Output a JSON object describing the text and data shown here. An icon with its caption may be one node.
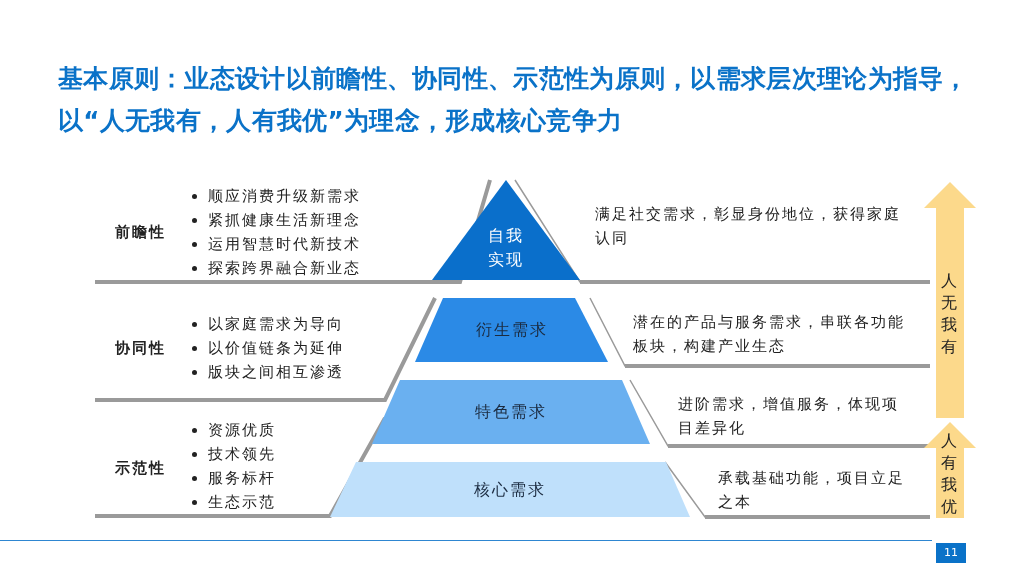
{
  "diagram": {
    "title": "基本原则：业态设计以前瞻性、协同性、示范性为原则，以需求层次理论为指导，以“人无我有，人有我优”为理念，形成核心竞争力",
    "nodes": [
      {
        "text": [
          "前瞻性",
          "顺应消费升级新需求",
          "紧抓健康生活新理念",
          "运用智慧时代新技术",
          "探索跨界融合新业态"
        ]
      },
      {
        "text": [
          "自我实现"
        ]
      },
      {
        "text": [
          "满足社交需求，彰显身份地位，获得家庭认同"
        ]
      },
      {
        "text": [
          "协同性",
          "以家庭需求为导向",
          "以价值链条为延伸",
          "版块之间相互渗透"
        ]
      },
      {
        "text": [
          "衍生需求"
        ]
      },
      {
        "text": [
          "潜在的产品与服务需求，串联各功能板块，构建产业生态"
        ]
      },
      {
        "text": [
          "示范性",
          "资源优质",
          "技术领先",
          "服务标杆",
          "生态示范"
        ]
      },
      {
        "text": [
          "特色需求"
        ]
      },
      {
        "text": [
          "进阶需求，增值服务，体现项目差异化"
        ]
      },
      {
        "text": [
          "核心需求"
        ]
      },
      {
        "text": [
          "承载基础功能，项目立足之本"
        ]
      },
      {
        "text": [
          "人无我有"
        ]
      },
      {
        "text": [
          "人有我优"
        ]
      }
    ],
    "labels": [
      "11"
    ]
  }
}
